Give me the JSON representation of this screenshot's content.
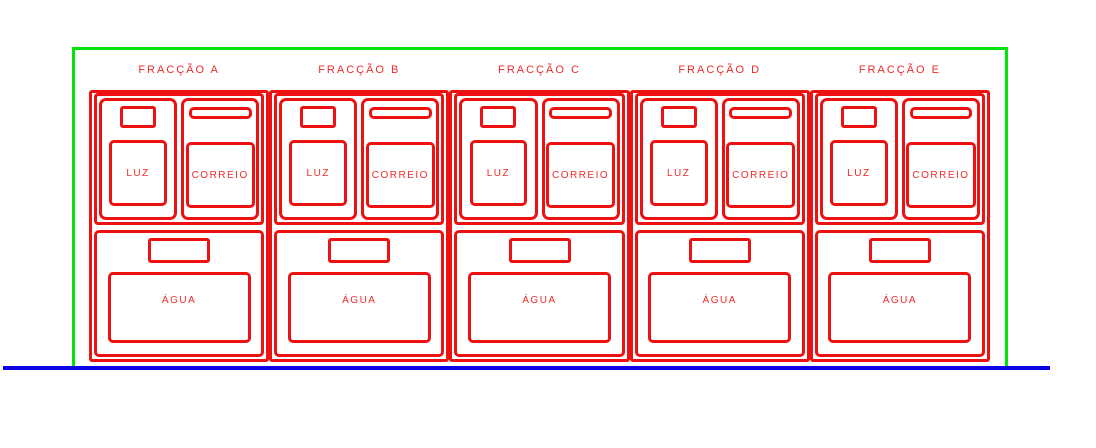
{
  "colors": {
    "red_line": "#ed1111",
    "red_text": "#ee2a2a",
    "green": "#00e40a",
    "blue": "#0d00e6"
  },
  "fractions": [
    {
      "name": "FRACÇÃO A",
      "luz": "LUZ",
      "correio": "CORREIO",
      "agua": "ÁGUA"
    },
    {
      "name": "FRACÇÃO B",
      "luz": "LUZ",
      "correio": "CORREIO",
      "agua": "ÁGUA"
    },
    {
      "name": "FRACÇÃO C",
      "luz": "LUZ",
      "correio": "CORREIO",
      "agua": "ÁGUA"
    },
    {
      "name": "FRACÇÃO D",
      "luz": "LUZ",
      "correio": "CORREIO",
      "agua": "ÁGUA"
    },
    {
      "name": "FRACÇÃO E",
      "luz": "LUZ",
      "correio": "CORREIO",
      "agua": "ÁGUA"
    }
  ]
}
